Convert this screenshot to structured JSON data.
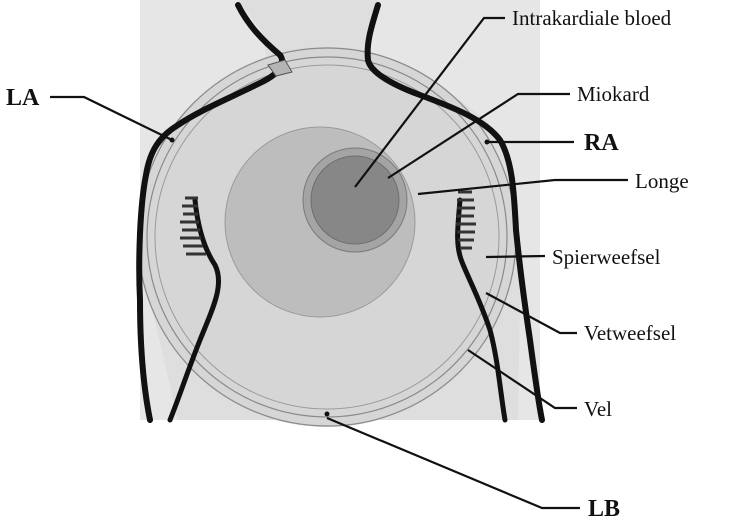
{
  "labels": {
    "intrakardiale_bloed": "Intrakardiale bloed",
    "miokard": "Miokard",
    "ra": "RA",
    "la": "LA",
    "longe": "Longe",
    "spierweefsel": "Spierweefsel",
    "vetweefsel": "Vetweefsel",
    "vel": "Vel",
    "lb": "LB"
  },
  "colors": {
    "background_panel": "#e6e6e6",
    "body_fill": "#dedede",
    "torso_disk": "#d2d2d2",
    "lung": "#bdbdbd",
    "myocardium": "#9f9f9f",
    "blood": "#858585",
    "outline": "#111111"
  }
}
